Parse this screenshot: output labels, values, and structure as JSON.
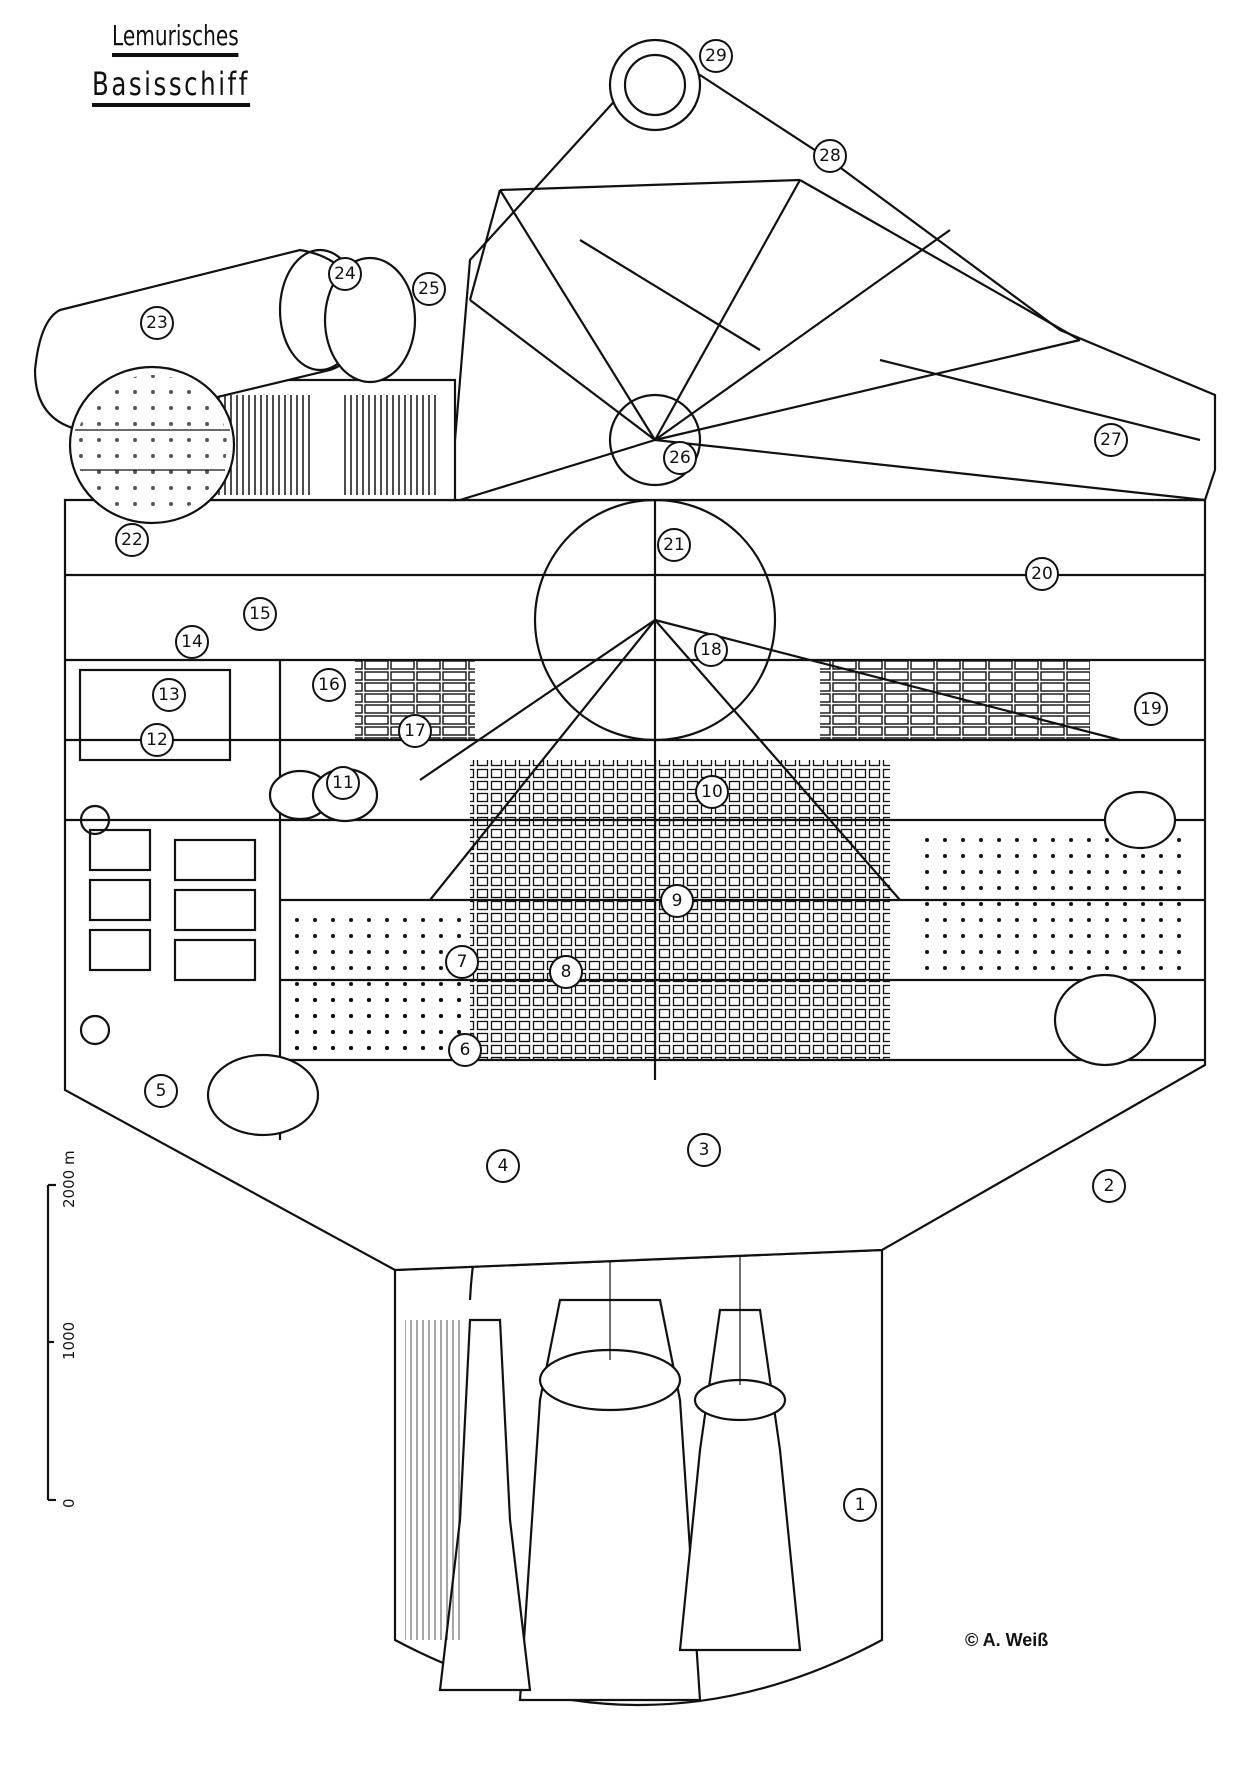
{
  "title": {
    "line1": "Lemurisches",
    "line2": "Basisschiff"
  },
  "scale_bar": {
    "unit_label": "2000 m",
    "mid_label": "1000",
    "zero_label": "0",
    "max_value_m": 2000
  },
  "copyright": "© A. Weiß",
  "callouts": [
    "1",
    "2",
    "3",
    "4",
    "5",
    "6",
    "7",
    "8",
    "9",
    "10",
    "11",
    "12",
    "13",
    "14",
    "15",
    "16",
    "17",
    "18",
    "19",
    "20",
    "21",
    "22",
    "23",
    "24",
    "25",
    "26",
    "27",
    "28",
    "29"
  ]
}
